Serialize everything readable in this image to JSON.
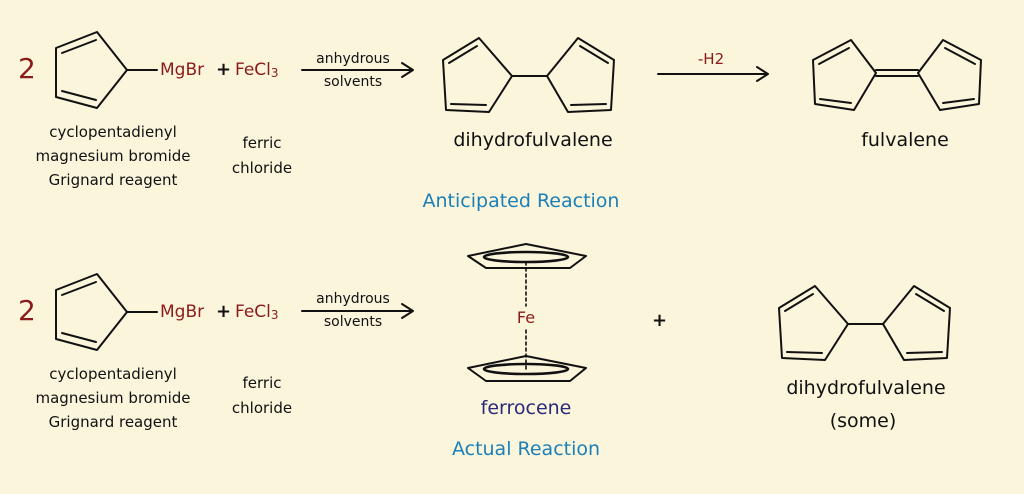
{
  "anticipated": {
    "coefficient": "2",
    "mgbr": "MgBr",
    "plus": "+",
    "fecl_main": "FeCl",
    "fecl_sub": "3",
    "condition_top": "anhydrous",
    "condition_bottom": "solvents",
    "reagent_label": [
      "cyclopentadienyl",
      "magnesium bromide",
      "Grignard reagent"
    ],
    "ferric_label": [
      "ferric",
      "chloride"
    ],
    "dihydro_label": "dihydrofulvalene",
    "minus_h2": "-H2",
    "fulvalene_label": "fulvalene",
    "title": "Anticipated Reaction"
  },
  "actual": {
    "coefficient": "2",
    "mgbr": "MgBr",
    "plus": "+",
    "fecl_main": "FeCl",
    "fecl_sub": "3",
    "condition_top": "anhydrous",
    "condition_bottom": "solvents",
    "reagent_label": [
      "cyclopentadienyl",
      "magnesium bromide",
      "Grignard reagent"
    ],
    "ferric_label": [
      "ferric",
      "chloride"
    ],
    "fe_label": "Fe",
    "ferrocene_label": "ferrocene",
    "product_plus": "+",
    "dihydro_label": "dihydrofulvalene",
    "dihydro_note": "(some)",
    "title": "Actual Reaction"
  }
}
